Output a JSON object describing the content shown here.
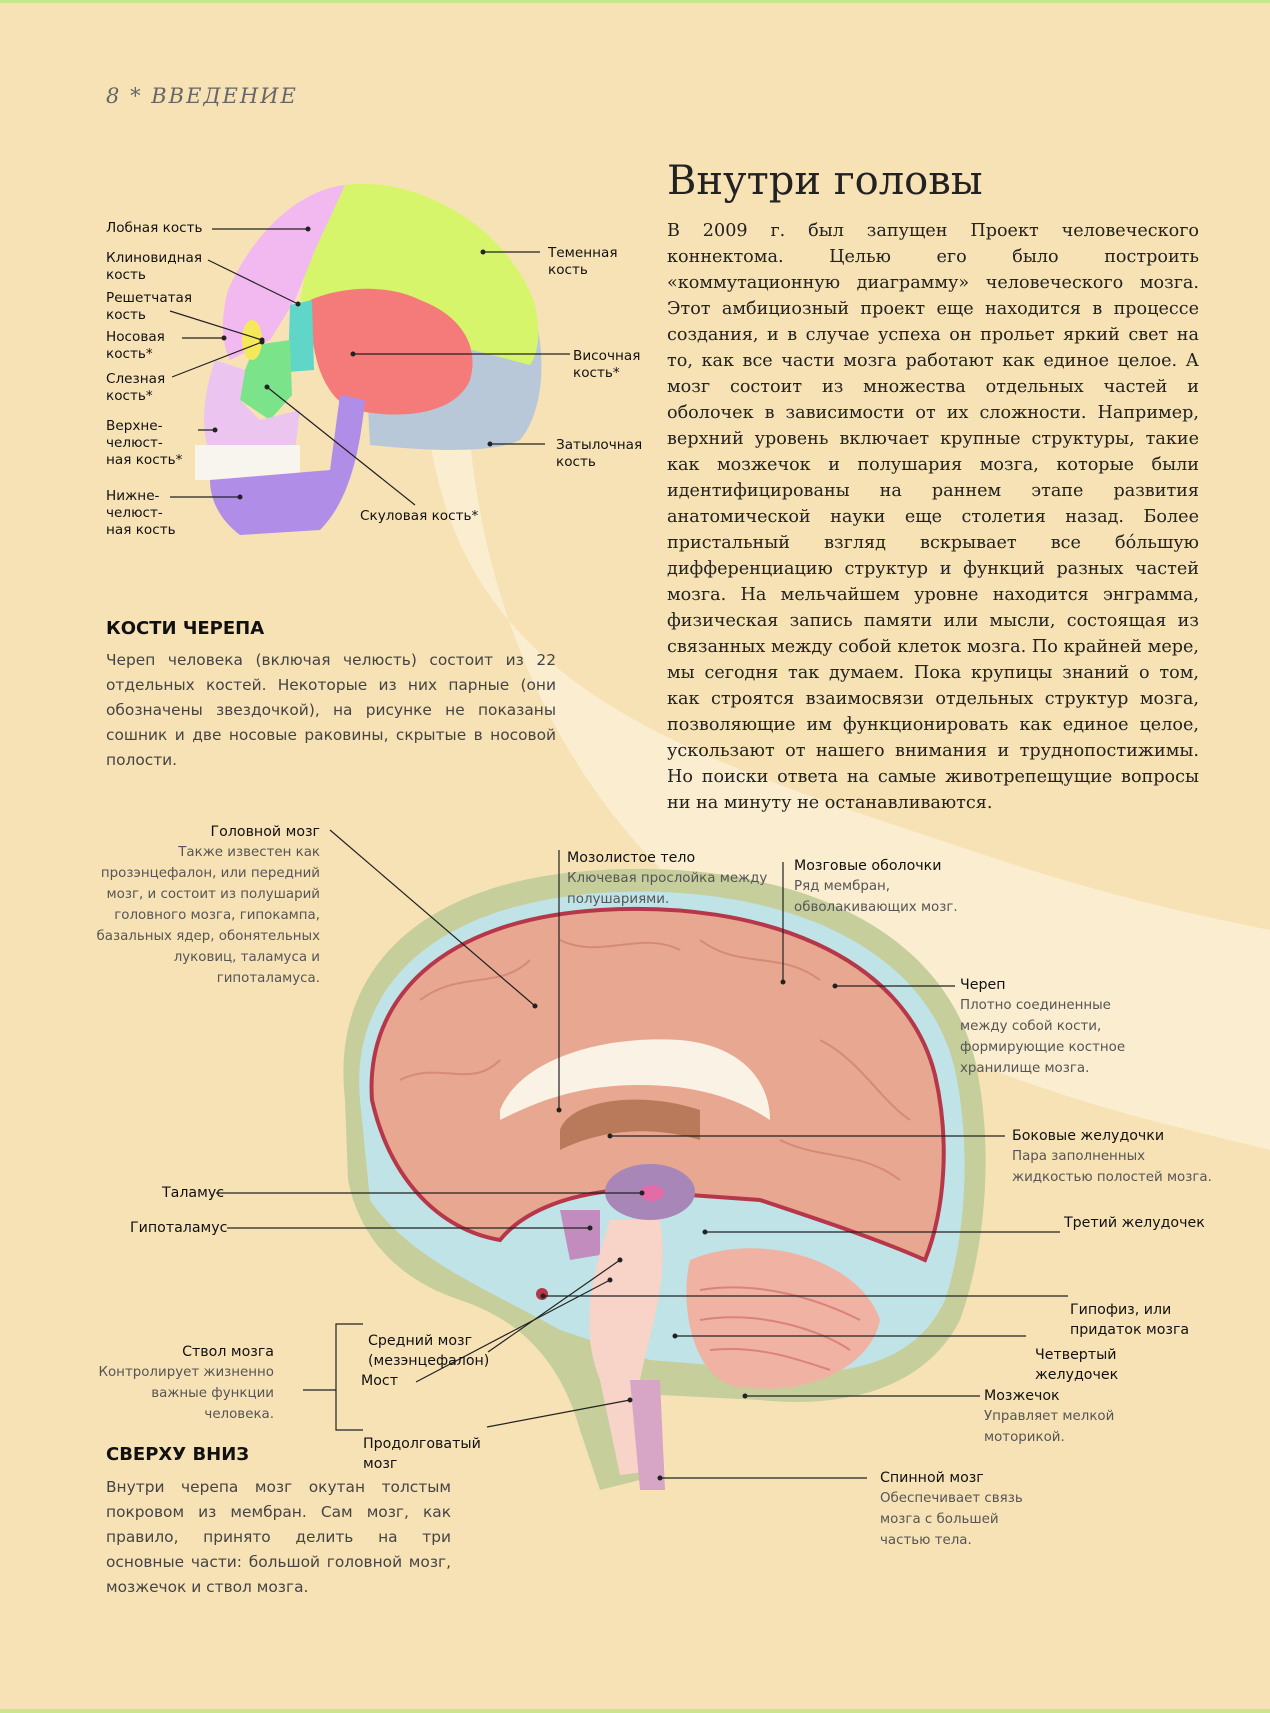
{
  "header": {
    "page_number": "8",
    "separator": "*",
    "section": "ВВЕДЕНИЕ"
  },
  "title": "Внутри головы",
  "main_text": "В 2009 г. был запущен Проект человеческого коннектома. Целью его было построить «коммутационную диаграмму» человеческого мозга. Этот амбициозный проект еще находится в процессе создания, и в случае успеха он прольет яркий свет на то, как все части мозга работают как единое целое. А мозг состоит из множества отдельных частей и оболочек в зависимости от их сложности. Например, верхний уровень включает крупные структуры, такие как мозжечок и полушария мозга, которые были идентифицированы на раннем этапе развития анатомической науки еще столетия назад. Более пристальный взгляд вскрывает все бóльшую дифференциацию структур и функций разных частей мозга. На мельчайшем уровне находится энграмма, физическая запись памяти или мысли, состоящая из связанных между собой клеток мозга. По крайней мере, мы сегодня так думаем. Пока крупицы знаний о том, как строятся взаимосвязи отдельных структур мозга, позволяющие им функционировать как единое целое, ускользают от нашего внимания и труднопостижимы. Но поиски ответа на самые животрепещущие вопросы ни на минуту не останавливаются.",
  "skull": {
    "labels": {
      "frontal": "Лобная кость",
      "sphenoid": "Клиновидная\nкость",
      "ethmoid": "Решетчатая\nкость",
      "nasal": "Носовая\nкость*",
      "lacrimal": "Слезная\nкость*",
      "maxilla": "Верхне-\nчелюст-\nная кость*",
      "mandible": "Нижне-\nчелюст-\nная кость",
      "parietal": "Теменная\nкость",
      "temporal": "Височная\nкость*",
      "occipital": "Затылочная\nкость",
      "zygomatic": "Скуловая кость*"
    },
    "colors": {
      "frontal": "#f2b8f0",
      "parietal": "#d7f56a",
      "temporal": "#f57a7a",
      "occipital": "#b9c8d8",
      "sphenoid": "#5fd6c7",
      "zygomatic": "#7be38a",
      "nasal": "#f5e85a",
      "maxilla": "#ecc4f0",
      "mandible": "#b08ee8"
    }
  },
  "skull_section": {
    "heading": "КОСТИ ЧЕРЕПА",
    "text": "Череп человека (включая челюсть) состоит из 22 отдельных костей. Некоторые из них парные (они обозначены звездочкой), на рисунке не показаны сошник и две носовые раковины, скрытые в носовой полости."
  },
  "brain": {
    "labels": {
      "cerebrum": {
        "title": "Головной мозг",
        "desc": "Также известен как прозэнцефалон, или передний мозг, и состоит из полушарий головного мозга, гипокампа, базальных ядер, обонятельных луковиц, таламуса и гипоталамуса."
      },
      "corpus_callosum": {
        "title": "Мозолистое тело",
        "desc": "Ключевая прослойка между полушариями."
      },
      "meninges": {
        "title": "Мозговые оболочки",
        "desc": "Ряд мембран, обволакивающих мозг."
      },
      "skull": {
        "title": "Череп",
        "desc": "Плотно соединенные между собой кости, формирующие костное хранилище мозга."
      },
      "lateral_ventricles": {
        "title": "Боковые желудочки",
        "desc": "Пара заполненных жидкостью полостей мозга."
      },
      "third_ventricle": {
        "title": "Третий желудочек"
      },
      "thalamus": {
        "title": "Таламус"
      },
      "hypothalamus": {
        "title": "Гипоталамус"
      },
      "pituitary": {
        "title": "Гипофиз, или\nпридаток мозга"
      },
      "fourth_ventricle": {
        "title": "Четвертый\nжелудочек"
      },
      "midbrain": {
        "title": "Средний мозг\n(мезэнцефалон)"
      },
      "pons": {
        "title": "Мост"
      },
      "medulla": {
        "title": "Продолговатый\nмозг"
      },
      "brainstem": {
        "title": "Ствол мозга",
        "desc": "Контролирует жизненно важные функции человека."
      },
      "cerebellum": {
        "title": "Мозжечок",
        "desc": "Управляет мелкой моторикой."
      },
      "spinal_cord": {
        "title": "Спинной мозг",
        "desc": "Обеспечивает связь мозга с большей частью тела."
      }
    }
  },
  "brain_section": {
    "heading": "СВЕРХУ ВНИЗ",
    "text": "Внутри черепа мозг окутан толстым покровом из мембран. Сам мозг, как правило, принято делить на три основные части: большой головной мозг, мозжечок и ствол мозга."
  }
}
